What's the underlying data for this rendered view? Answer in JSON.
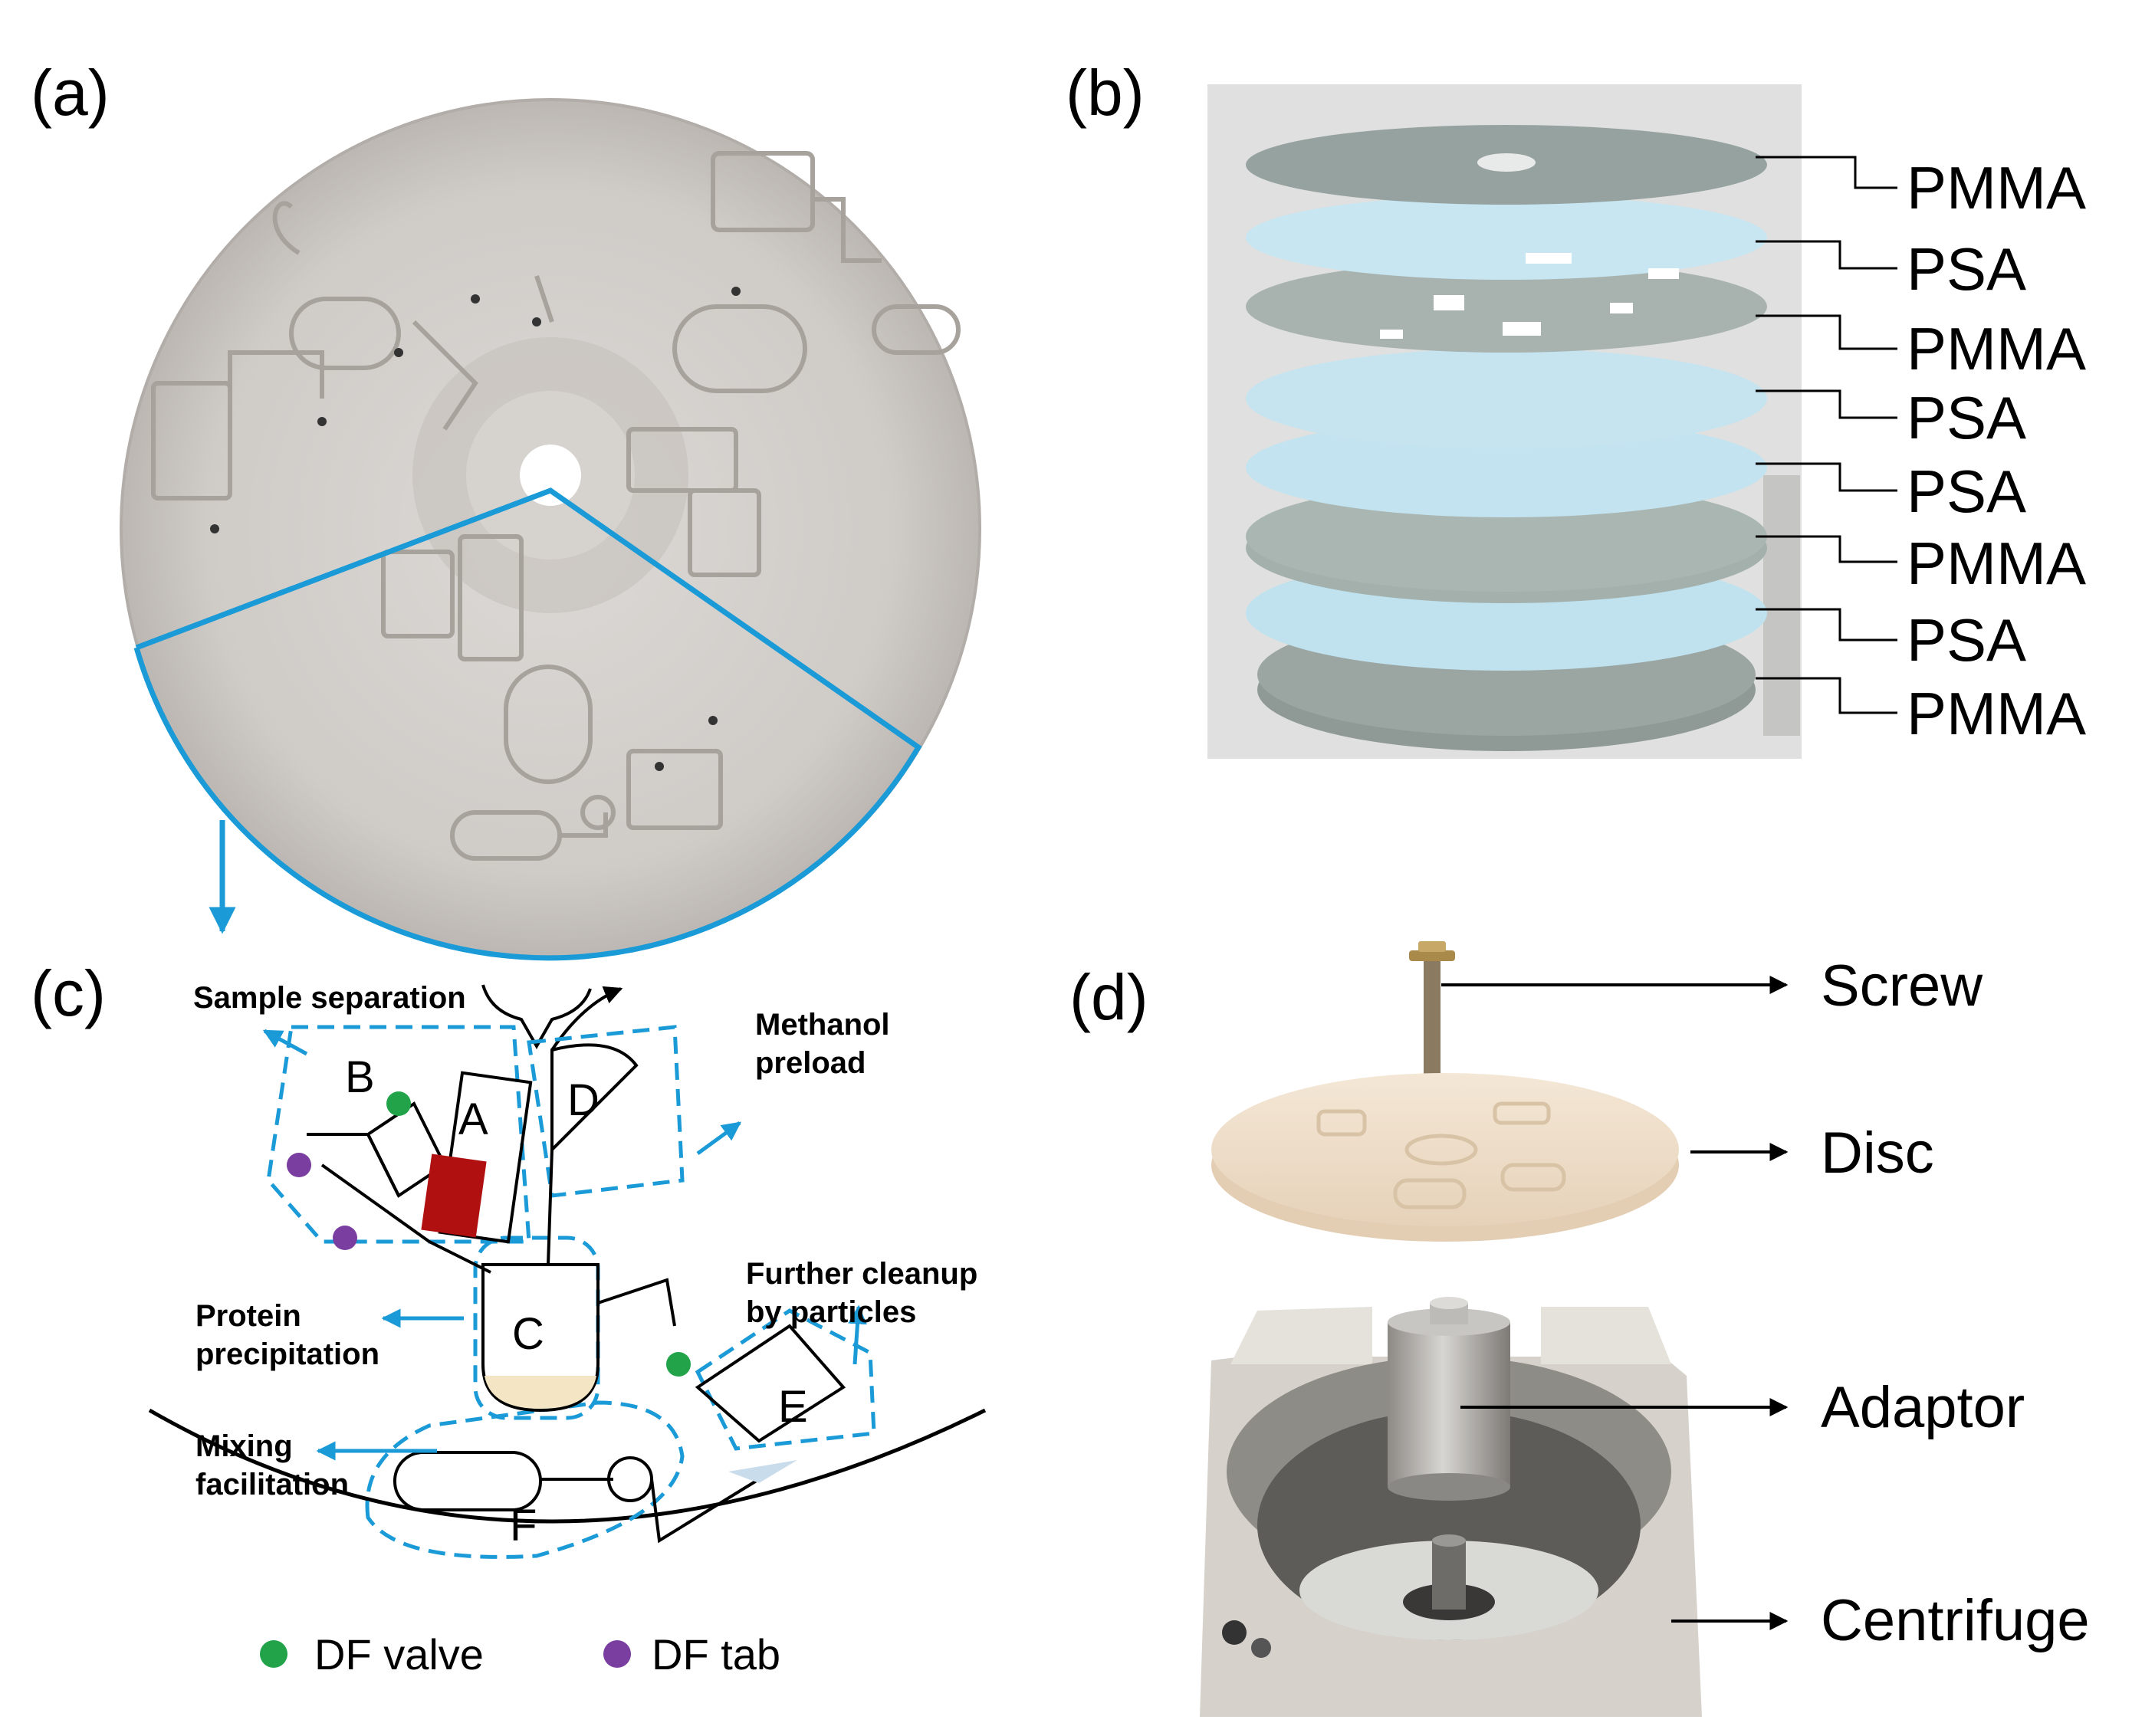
{
  "panels": {
    "a": "(a)",
    "b": "(b)",
    "c": "(c)",
    "d": "(d)"
  },
  "layers": [
    "PMMA",
    "PSA",
    "PMMA",
    "PSA",
    "PSA",
    "PMMA",
    "PSA",
    "PMMA"
  ],
  "schematic": {
    "annotations": {
      "sample_separation": "Sample separation",
      "methanol_1": "Methanol",
      "methanol_2": "preload",
      "protein_1": "Protein",
      "protein_2": "precipitation",
      "cleanup_1": "Further cleanup",
      "cleanup_2": "by particles",
      "mixing_1": "Mixing",
      "mixing_2": "facilitation"
    },
    "chambers": {
      "a": "A",
      "b": "B",
      "c": "C",
      "d": "D",
      "e": "E",
      "f": "F"
    },
    "legend": {
      "valve": "DF valve",
      "tab": "DF tab"
    }
  },
  "setup": {
    "screw": "Screw",
    "disc": "Disc",
    "adaptor": "Adaptor",
    "centrifuge": "Centrifuge"
  },
  "colors": {
    "accent_blue": "#1a9ad6",
    "valve_green": "#22a34a",
    "tab_purple": "#7a3ea0",
    "sample_red": "#b01010",
    "pmma_grey": "#8d9894",
    "psa_blue": "#bfe2ee"
  }
}
